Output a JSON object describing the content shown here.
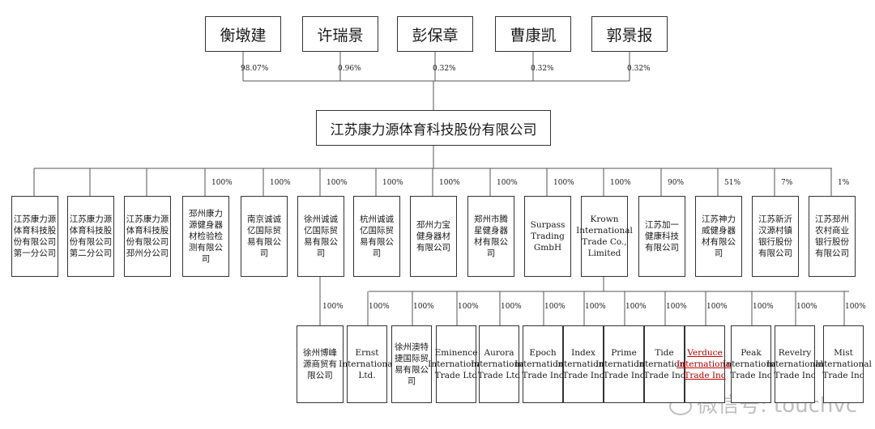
{
  "shareholders": [
    {
      "name": "衡墩建",
      "pct": "98.07%"
    },
    {
      "name": "许瑞景",
      "pct": "0.96%"
    },
    {
      "name": "彭保章",
      "pct": "0.32%"
    },
    {
      "name": "曹康凯",
      "pct": "0.32%"
    },
    {
      "name": "郭景报",
      "pct": "0.32%"
    }
  ],
  "company": "江苏康力源体育科技股份有限公司",
  "subsidiaries": [
    {
      "name": "江苏康力源体育科技股份有限公司第一分公司",
      "pct": ""
    },
    {
      "name": "江苏康力源体育科技股份有限公司第二分公司",
      "pct": ""
    },
    {
      "name": "江苏康力源体育科技股份有限公司邳州分公司",
      "pct": ""
    },
    {
      "name": "邳州康力源健身器材检验检测有限公司",
      "pct": "100%"
    },
    {
      "name": "南京诚诚亿国际贸易有限公司",
      "pct": "100%"
    },
    {
      "name": "徐州诚诚亿国际贸易有限公司",
      "pct": "100%"
    },
    {
      "name": "杭州诚诚亿国际贸易有限公司",
      "pct": "100%"
    },
    {
      "name": "邳州力宝健身器材有限公司",
      "pct": "100%"
    },
    {
      "name": "郑州市腾星健身器材有限公司",
      "pct": "100%"
    },
    {
      "name": "Surpass Trading GmbH",
      "pct": "100%"
    },
    {
      "name": "Krown International Trade Co., Limited",
      "pct": "100%"
    },
    {
      "name": "江苏加一健康科技有限公司",
      "pct": "90%"
    },
    {
      "name": "江苏神力威健身器材有限公司",
      "pct": "51%"
    },
    {
      "name": "江苏新沂汉源村镇银行股份有限公司",
      "pct": "7%"
    },
    {
      "name": "江苏邳州农村商业银行股份有限公司",
      "pct": "1%"
    }
  ],
  "xuzhou_child": {
    "name": "徐州博峰源商贸有限公司",
    "pct": "100%"
  },
  "krown_children": [
    {
      "name": "Ernst International Ltd.",
      "pct": "100%"
    },
    {
      "name": "徐州澳特捷国际贸易有限公司",
      "pct": "100%"
    },
    {
      "name": "Eminence International Trade Ltd",
      "pct": "100%"
    },
    {
      "name": "Aurora International Trade Ltd",
      "pct": "100%"
    },
    {
      "name": "Epoch International Trade Inc",
      "pct": "100%"
    },
    {
      "name": "Index International Trade Inc",
      "pct": "100%"
    },
    {
      "name": "Prime International Trade Inc",
      "pct": "100%"
    },
    {
      "name": "Tide International Trade Inc",
      "pct": "100%"
    },
    {
      "name": "Verduce International Trade Inc",
      "pct": "100%"
    },
    {
      "name": "Peak International Trade Inc",
      "pct": "100%"
    },
    {
      "name": "Revelry International Trade Inc",
      "pct": "100%"
    },
    {
      "name": "Mist International Trade Inc",
      "pct": "100%"
    }
  ],
  "watermark": "微信号: touchvc"
}
